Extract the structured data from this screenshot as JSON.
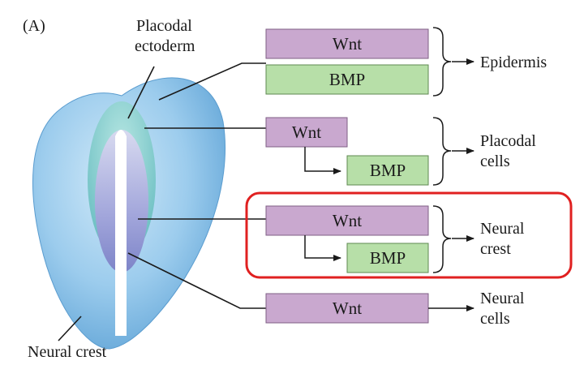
{
  "panel_label": "(A)",
  "labels": {
    "placodal_ectoderm": [
      "Placodal",
      "ectoderm"
    ],
    "neural_crest_bottom": "Neural crest"
  },
  "rows": {
    "epidermis": {
      "top_box": "Wnt",
      "bottom_box": "BMP",
      "outcome": [
        "Epidermis"
      ]
    },
    "placodal": {
      "top_box": "Wnt",
      "bottom_box": "BMP",
      "outcome": [
        "Placodal",
        "cells"
      ]
    },
    "neural_crest": {
      "top_box": "Wnt",
      "bottom_box": "BMP",
      "outcome": [
        "Neural",
        "crest"
      ]
    },
    "neural": {
      "top_box": "Wnt",
      "outcome": [
        "Neural",
        "cells"
      ]
    }
  },
  "colors": {
    "wnt_fill": "#c9a8cf",
    "bmp_fill": "#b7dfa8",
    "highlight": "#e02020",
    "embryo_outer": "#8cc4e8",
    "placodal_ring": "#7fc9c9",
    "neural_plate": "#a9a9d8"
  }
}
